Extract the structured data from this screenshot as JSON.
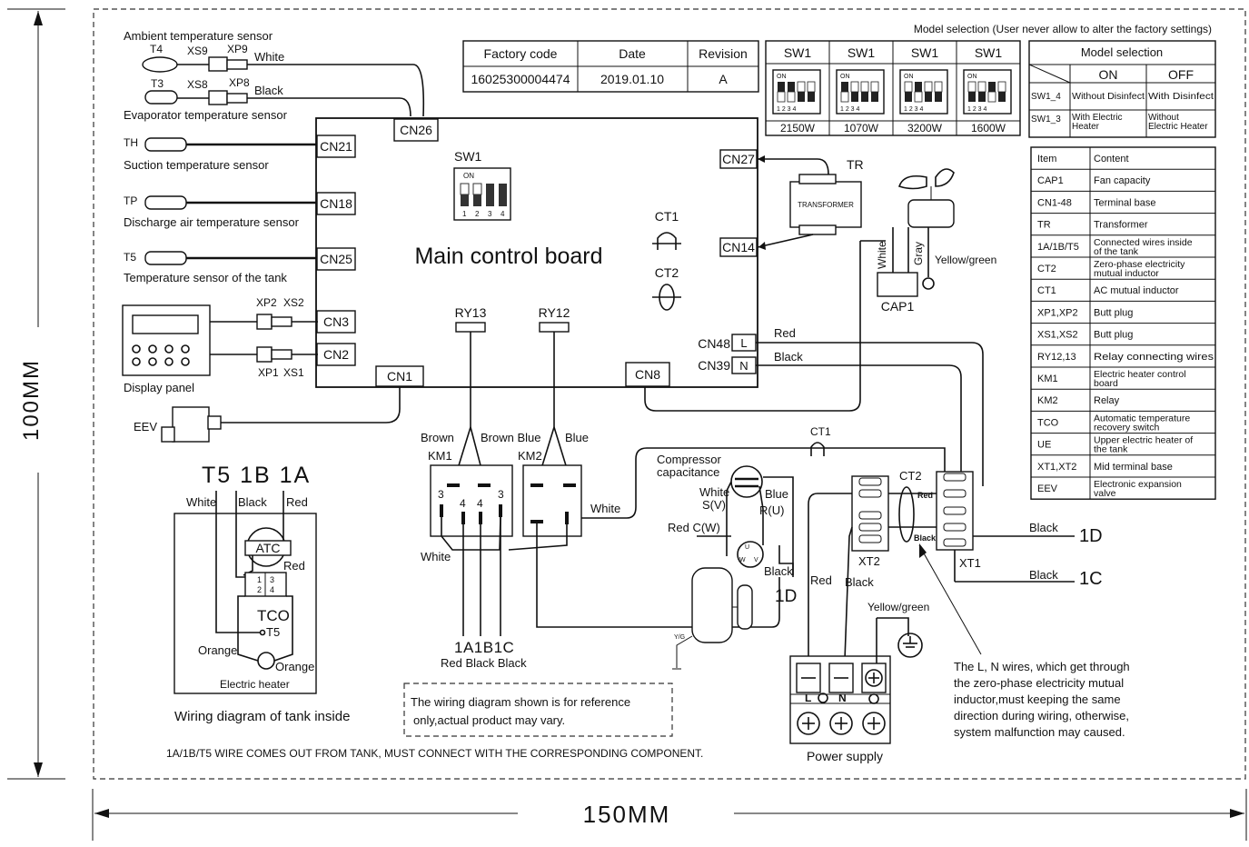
{
  "dimensions": {
    "height_label": "100MM",
    "width_label": "150MM"
  },
  "model_selection_note": "Model selection (User never allow to alter the factory settings)",
  "factory_table": {
    "headers": [
      "Factory code",
      "Date",
      "Revision"
    ],
    "values": [
      "16025300004474",
      "2019.01.10",
      "A"
    ]
  },
  "sw1_models": {
    "header": "SW1",
    "on_label": "ON",
    "pin_numbers": "1 2 3 4",
    "powers": [
      "2150W",
      "1070W",
      "3200W",
      "1600W"
    ]
  },
  "model_selection_table": {
    "title": "Model selection",
    "col_on": "ON",
    "col_off": "OFF",
    "rows": [
      {
        "switch": "SW1_4",
        "on": "Without Disinfect",
        "off": "With Disinfect"
      },
      {
        "switch": "SW1_3",
        "on": "With Electric Heater",
        "off": "Without Electric Heater"
      }
    ]
  },
  "legend_table": {
    "headers": [
      "Item",
      "Content"
    ],
    "rows": [
      [
        "CAP1",
        "Fan capacity"
      ],
      [
        "CN1-48",
        "Terminal base"
      ],
      [
        "TR",
        "Transformer"
      ],
      [
        "1A/1B/T5",
        "Connected wires inside of the tank"
      ],
      [
        "CT2",
        "Zero-phase electricity mutual inductor"
      ],
      [
        "CT1",
        "AC mutual inductor"
      ],
      [
        "XP1,XP2",
        "Butt plug"
      ],
      [
        "XS1,XS2",
        "Butt plug"
      ],
      [
        "RY12,13",
        "Relay connecting wires"
      ],
      [
        "KM1",
        "Electric heater control board"
      ],
      [
        "KM2",
        "Relay"
      ],
      [
        "TCO",
        "Automatic temperature recovery switch"
      ],
      [
        "UE",
        "Upper electric heater of the tank"
      ],
      [
        "XT1,XT2",
        "Mid terminal base"
      ],
      [
        "EEV",
        "Electronic expansion valve"
      ]
    ]
  },
  "sensors": {
    "ambient": "Ambient temperature sensor",
    "t4": "T4",
    "xs9": "XS9",
    "xp9": "XP9",
    "white": "White",
    "t3": "T3",
    "xs8": "XS8",
    "xp8": "XP8",
    "black": "Black",
    "evaporator": "Evaporator temperature sensor",
    "th": "TH",
    "suction": "Suction temperature sensor",
    "tp": "TP",
    "discharge": "Discharge air temperature sensor",
    "t5": "T5",
    "tank": "Temperature sensor of the tank"
  },
  "board": {
    "title": "Main control board",
    "sw1": "SW1",
    "connectors": {
      "cn26": "CN26",
      "cn21": "CN21",
      "cn18": "CN18",
      "cn25": "CN25",
      "cn3": "CN3",
      "cn2": "CN2",
      "cn1": "CN1",
      "cn8": "CN8",
      "cn27": "CN27",
      "cn14": "CN14",
      "cn48": "CN48",
      "cn39": "CN39",
      "l": "L",
      "n": "N"
    },
    "ct1": "CT1",
    "ct2": "CT2",
    "ry13": "RY13",
    "ry12": "RY12"
  },
  "display_panel": {
    "label": "Display panel",
    "xp2": "XP2",
    "xs2": "XS2",
    "xp1": "XP1",
    "xs1": "XS1"
  },
  "eev": "EEV",
  "transformer": {
    "tr": "TR",
    "label": "TRANSFORMER"
  },
  "fan": {
    "white": "White",
    "gray": "Gray",
    "yellow_green": "Yellow/green",
    "cap1": "CAP1"
  },
  "wires": {
    "red": "Red",
    "black": "Black"
  },
  "relays": {
    "brown": "Brown",
    "brown_blue": "Brown Blue",
    "blue": "Blue",
    "km1": "KM1",
    "km2": "KM2",
    "white": "White",
    "n3": "3",
    "n4": "4",
    "labels_1": "1A1B1C",
    "colors_1": "Red  Black  Black"
  },
  "compressor": {
    "capacitance": "Compressor capacitance",
    "white_sv": "White S(V)",
    "blue_ru": "Blue R(U)",
    "red_cw": "Red  C(W)",
    "black": "Black",
    "label_1d": "1D",
    "yg": "Y/G"
  },
  "terminals": {
    "ct1": "CT1",
    "ct2": "CT2",
    "red": "Red",
    "black": "Black",
    "xt2": "XT2",
    "xt1": "XT1",
    "yellow_green": "Yellow/green",
    "red_wire": "Red",
    "black_wire": "Black",
    "out_1d": "1D",
    "out_1c": "1C",
    "black_1d": "Black",
    "black_1c": "Black"
  },
  "power_supply": {
    "label": "Power supply",
    "l": "L",
    "n": "N"
  },
  "tank_diagram": {
    "title": "T5 1B 1A",
    "white": "White",
    "black": "Black",
    "red": "Red",
    "atc": "ATC",
    "red2": "Red",
    "tco": "TCO",
    "t5": "T5",
    "orange1": "Orange",
    "orange2": "Orange",
    "heater": "Electric heater",
    "caption": "Wiring diagram of tank inside"
  },
  "notes": {
    "reference_1": "The wiring diagram shown is for reference",
    "reference_2": "only,actual product may vary.",
    "tank_wire": "1A/1B/T5 WIRE COMES OUT FROM TANK, MUST CONNECT WITH THE CORRESPONDING COMPONENT.",
    "ln_1": "The L, N wires, which get through",
    "ln_2": "the zero-phase electricity mutual",
    "ln_3": "inductor,must keeping the same",
    "ln_4": "direction during wiring, otherwise,",
    "ln_5": "system malfunction may caused."
  }
}
